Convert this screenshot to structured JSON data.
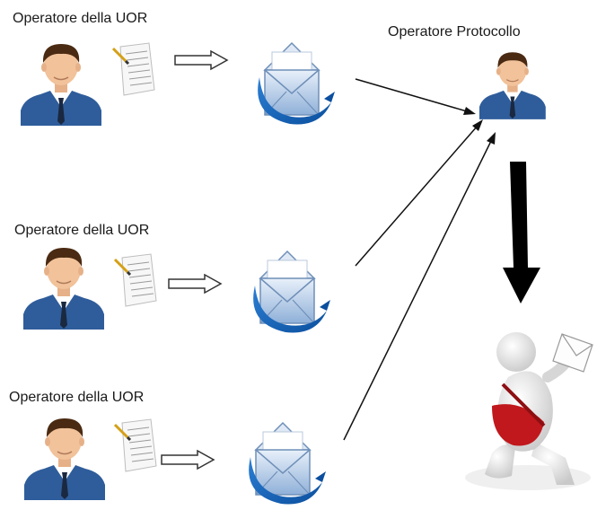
{
  "operators": [
    {
      "label": "Operatore della UOR"
    },
    {
      "label": "Operatore della UOR"
    },
    {
      "label": "Operatore della UOR"
    }
  ],
  "protocol_operator": {
    "label": "Operatore Protocollo"
  },
  "icons": [
    "person-icon",
    "document-icon",
    "open-arrow-icon",
    "envelope-icon",
    "delivery-figure-icon"
  ],
  "colors": {
    "suit": "#2f5d9b",
    "skin": "#f2c29a",
    "hair": "#4a2a12",
    "envelope": "#8fb0d8",
    "bag": "#c0181c",
    "arrow": "#000000"
  }
}
